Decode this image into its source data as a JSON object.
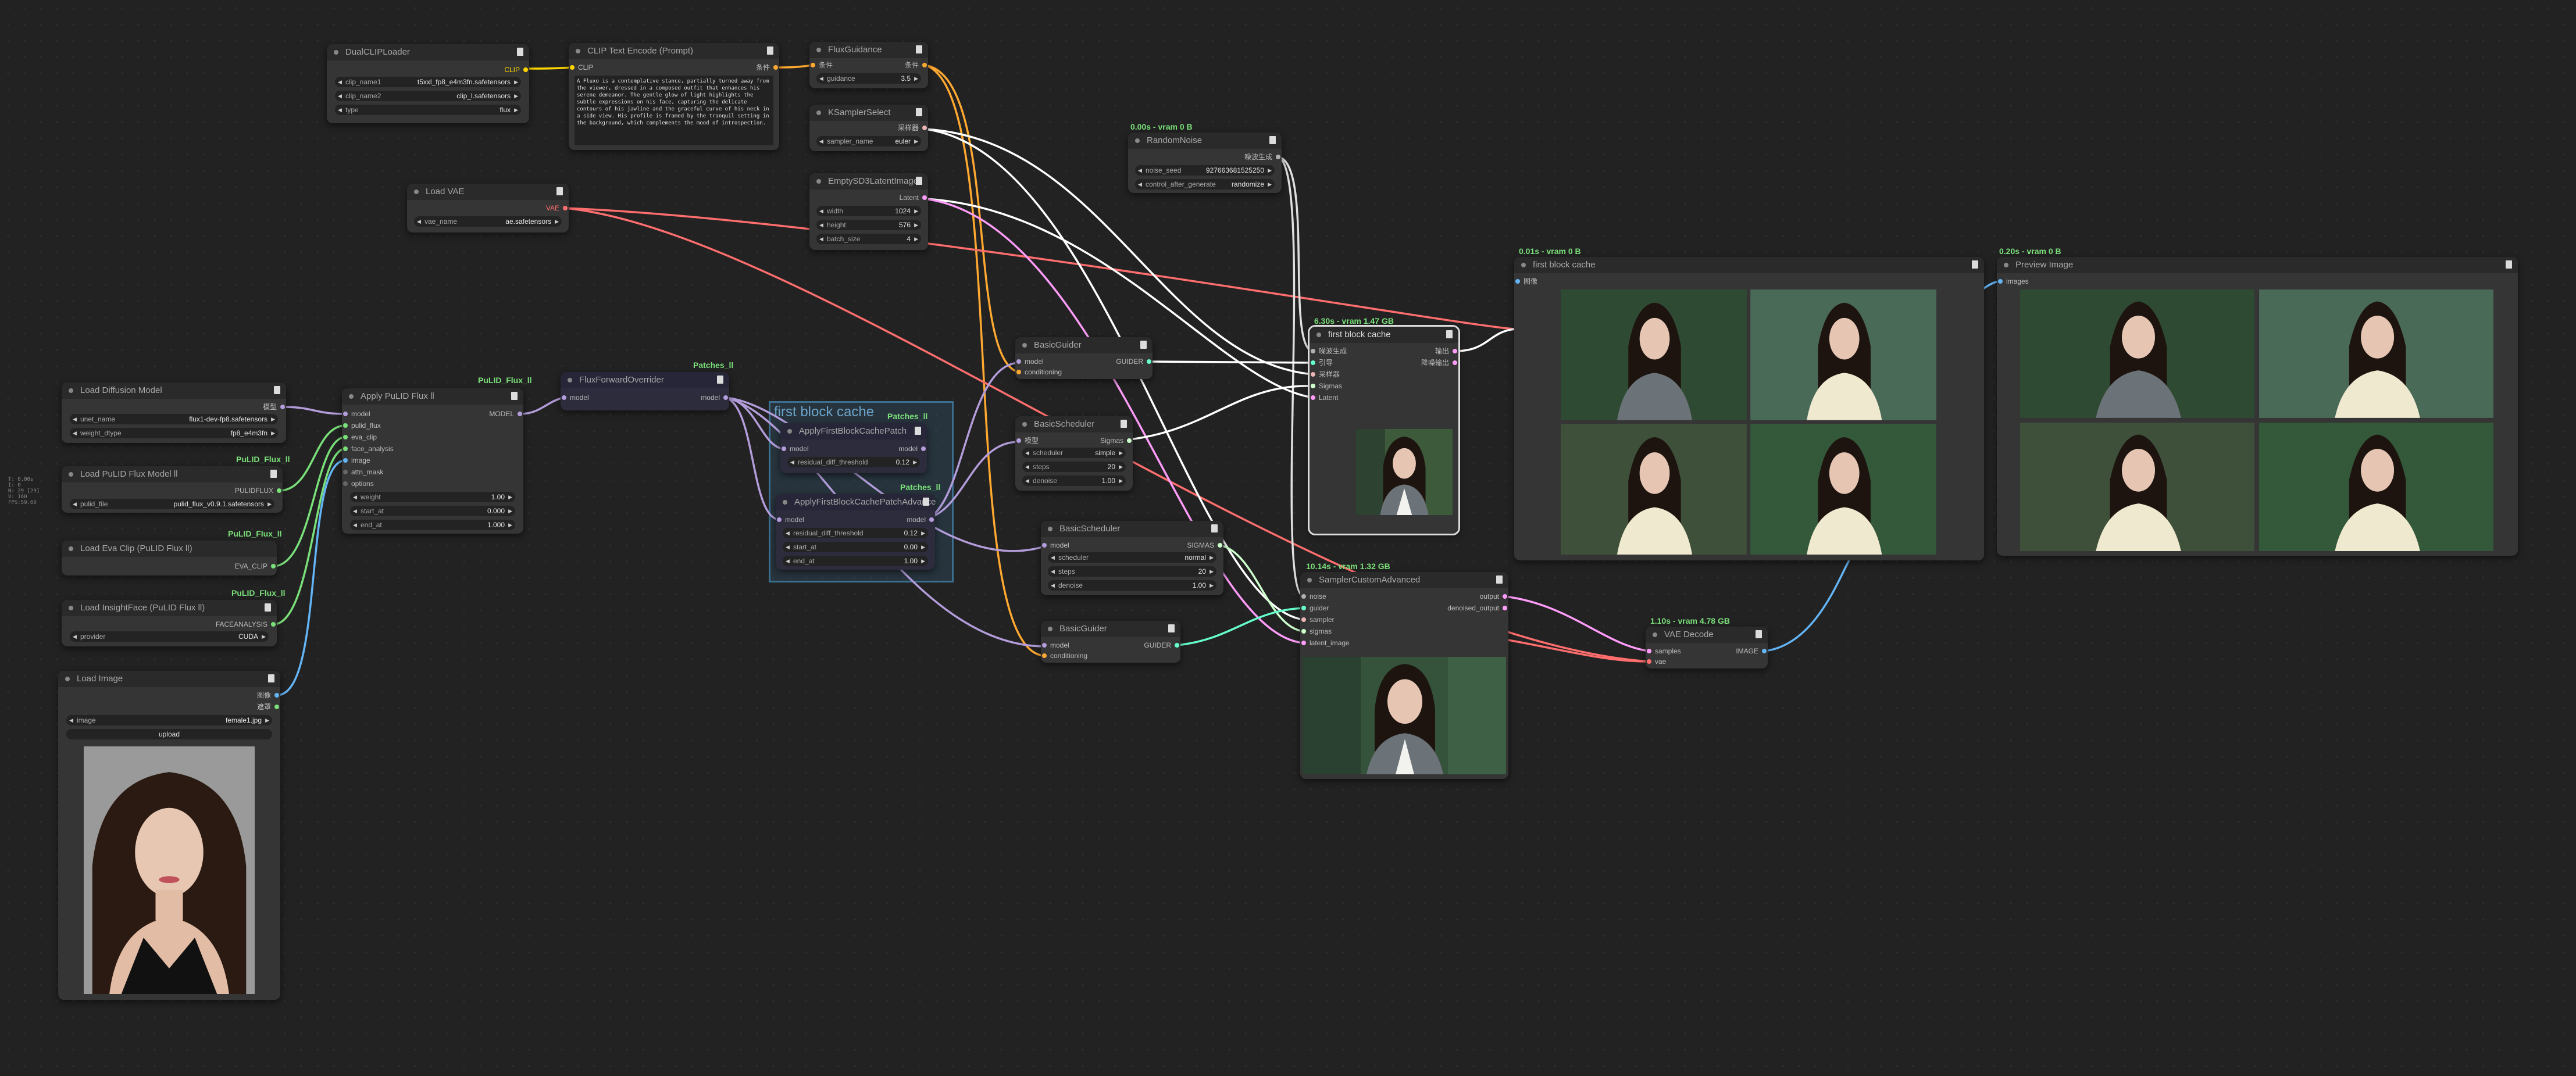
{
  "stats": [
    "T: 0.00s",
    "I: 0",
    "N: 29 [29]",
    "V: 160",
    "FPS:59.00"
  ],
  "group": {
    "title": "first block cache"
  },
  "nodes": {
    "dual_clip": {
      "title": "DualCLIPLoader",
      "out": "CLIP",
      "w1": {
        "label": "clip_name1",
        "value": "t5xxl_fp8_e4m3fn.safetensors"
      },
      "w2": {
        "label": "clip_name2",
        "value": "clip_l.safetensors"
      },
      "w3": {
        "label": "type",
        "value": "flux"
      }
    },
    "clip_text": {
      "title": "CLIP Text Encode (Prompt)",
      "in": "CLIP",
      "out": "条件",
      "text": "A Fluxo is a contemplative stance, partially turned away from the viewer, dressed in a composed outfit that enhances his serene demeanor. The gentle glow of light highlights the subtle expressions on his face, capturing the delicate contours of his jawline and the graceful curve of his neck in a side view. His profile is framed by the tranquil setting in the background, which complements the mood of introspection."
    },
    "flux_guidance": {
      "title": "FluxGuidance",
      "in": "条件",
      "out": "条件",
      "w1": {
        "label": "guidance",
        "value": "3.5"
      }
    },
    "ksampler_select": {
      "title": "KSamplerSelect",
      "out": "采样器",
      "w1": {
        "label": "sampler_name",
        "value": "euler"
      }
    },
    "empty_latent": {
      "title": "EmptySD3LatentImage",
      "out": "Latent",
      "w1": {
        "label": "width",
        "value": "1024"
      },
      "w2": {
        "label": "height",
        "value": "576"
      },
      "w3": {
        "label": "batch_size",
        "value": "4"
      }
    },
    "random_noise": {
      "badge": "0.00s - vram 0 B",
      "title": "RandomNoise",
      "out": "噪波生成",
      "w1": {
        "label": "noise_seed",
        "value": "927663681525250"
      },
      "w2": {
        "label": "control_after_generate",
        "value": "randomize"
      }
    },
    "load_vae": {
      "title": "Load VAE",
      "out": "VAE",
      "w1": {
        "label": "vae_name",
        "value": "ae.safetensors"
      }
    },
    "load_diffusion": {
      "title": "Load Diffusion Model",
      "out": "模型",
      "w1": {
        "label": "unet_name",
        "value": "flux1-dev-fp8.safetensors"
      },
      "w2": {
        "label": "weight_dtype",
        "value": "fp8_e4m3fn"
      }
    },
    "load_pulid": {
      "badge": "PuLID_Flux_ll",
      "title": "Load PuLID Flux Model ll",
      "out": "PULIDFLUX",
      "w1": {
        "label": "pulid_file",
        "value": "pulid_flux_v0.9.1.safetensors"
      }
    },
    "load_eva": {
      "badge": "PuLID_Flux_ll",
      "title": "Load Eva Clip (PuLID Flux ll)",
      "out": "EVA_CLIP"
    },
    "load_insight": {
      "badge": "PuLID_Flux_ll",
      "title": "Load InsightFace (PuLID Flux ll)",
      "out": "FACEANALYSIS",
      "w1": {
        "label": "provider",
        "value": "CUDA"
      }
    },
    "load_image": {
      "title": "Load Image",
      "out1": "图像",
      "out2": "遮罩",
      "w1": {
        "label": "image",
        "value": "female1.jpg"
      },
      "btn": "upload"
    },
    "apply_pulid": {
      "badge": "PuLID_Flux_ll",
      "title": "Apply PuLID Flux ll",
      "out": "MODEL",
      "ins": [
        "model",
        "pulid_flux",
        "eva_clip",
        "face_analysis",
        "image",
        "attn_mask",
        "options"
      ],
      "w1": {
        "label": "weight",
        "value": "1.00"
      },
      "w2": {
        "label": "start_at",
        "value": "0.000"
      },
      "w3": {
        "label": "end_at",
        "value": "1.000"
      }
    },
    "flux_forward": {
      "badge": "Patches_ll",
      "title": "FluxForwardOverrider",
      "in": "model",
      "out": "model"
    },
    "apply_fbc": {
      "badge": "Patches_ll",
      "title": "ApplyFirstBlockCachePatch",
      "in": "model",
      "out": "model",
      "w1": {
        "label": "residual_diff_threshold",
        "value": "0.12"
      }
    },
    "apply_fbc_adv": {
      "badge": "Patches_ll",
      "title": "ApplyFirstBlockCachePatchAdvance",
      "in": "model",
      "out": "model",
      "w1": {
        "label": "residual_diff_threshold",
        "value": "0.12"
      },
      "w2": {
        "label": "start_at",
        "value": "0.00"
      },
      "w3": {
        "label": "end_at",
        "value": "1.00"
      }
    },
    "basic_guider1": {
      "title": "BasicGuider",
      "in1": "model",
      "in2": "conditioning",
      "out": "GUIDER"
    },
    "basic_scheduler1": {
      "title": "BasicScheduler",
      "in": "模型",
      "out": "Sigmas",
      "w1": {
        "label": "scheduler",
        "value": "simple"
      },
      "w2": {
        "label": "steps",
        "value": "20"
      },
      "w3": {
        "label": "denoise",
        "value": "1.00"
      }
    },
    "basic_scheduler2": {
      "title": "BasicScheduler",
      "in": "model",
      "out": "SIGMAS",
      "w1": {
        "label": "scheduler",
        "value": "normal"
      },
      "w2": {
        "label": "steps",
        "value": "20"
      },
      "w3": {
        "label": "denoise",
        "value": "1.00"
      }
    },
    "basic_guider2": {
      "title": "BasicGuider",
      "in1": "model",
      "in2": "conditioning",
      "out": "GUIDER"
    },
    "fbc_node": {
      "badge": "6.30s - vram 1.47 GB",
      "title": "first block cache",
      "ins": [
        "噪波生成",
        "引导",
        "采样器",
        "Sigmas",
        "Latent"
      ],
      "out1": "输出",
      "out2": "降噪输出"
    },
    "sampler_custom": {
      "badge": "10.14s - vram 1.32 GB",
      "title": "SamplerCustomAdvanced",
      "ins": [
        "noise",
        "guider",
        "sampler",
        "sigmas",
        "latent_image"
      ],
      "out1": "output",
      "out2": "denoised_output"
    },
    "vae_decode": {
      "badge": "1.10s - vram 4.78 GB",
      "title": "VAE Decode",
      "in1": "samples",
      "in2": "vae",
      "out": "IMAGE"
    },
    "preview_fbc": {
      "badge": "0.01s - vram 0 B",
      "title": "first block cache",
      "in": "图像"
    },
    "preview_image": {
      "badge": "0.20s - vram 0 B",
      "title": "Preview Image",
      "in": "images"
    }
  },
  "colors": {
    "model": "#b39ddb",
    "clip": "#ffd500",
    "vae": "#ff6e6e",
    "latent": "#ff9cf9",
    "image": "#64b5f6",
    "cond": "#ffa931",
    "guider": "#66ffcc",
    "sigmas": "#cdffcd",
    "noise": "#b0b0b0",
    "sampler": "#ecb4b4"
  }
}
